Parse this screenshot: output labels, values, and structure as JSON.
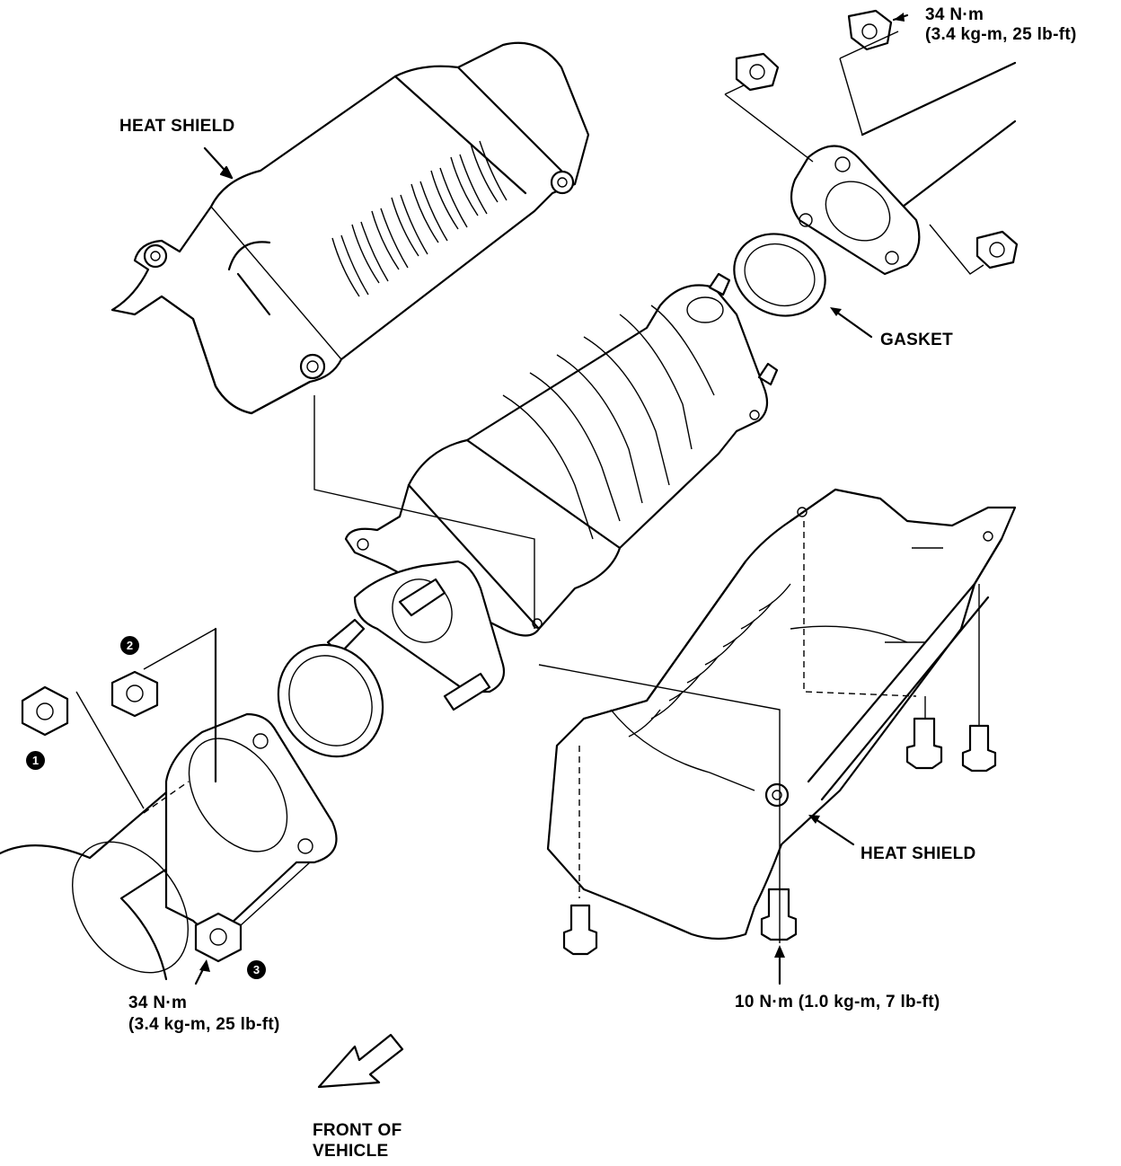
{
  "labels": {
    "heat_shield_upper": "HEAT SHIELD",
    "heat_shield_lower": "HEAT SHIELD",
    "gasket": "GASKET",
    "torque_top_line1": "34 N·m",
    "torque_top_line2": "(3.4 kg-m, 25 lb-ft)",
    "torque_left_line1": "34 N·m",
    "torque_left_line2": "(3.4 kg-m, 25 lb-ft)",
    "torque_bolts": "10 N·m (1.0 kg-m, 7 lb-ft)",
    "front_of_vehicle_line1": "FRONT OF",
    "front_of_vehicle_line2": "VEHICLE"
  },
  "callouts": {
    "one": "1",
    "two": "2",
    "three": "3"
  }
}
